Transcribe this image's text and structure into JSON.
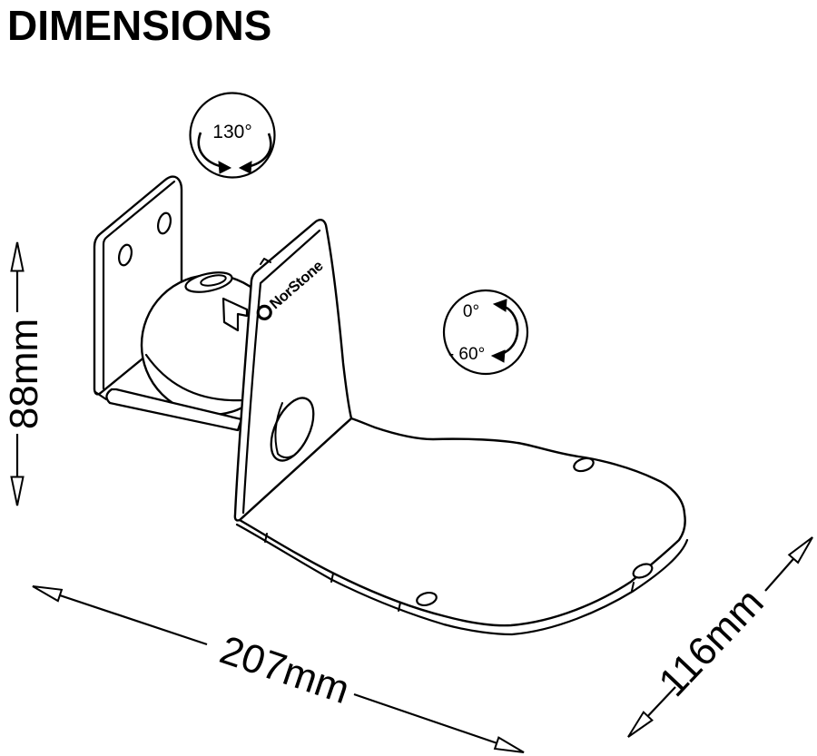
{
  "title": "DIMENSIONS",
  "brand_label": "NorStone",
  "dimensions": {
    "height": "88mm",
    "width": "207mm",
    "depth": "116mm"
  },
  "angles": {
    "swivel": "130°",
    "tilt_max": "0°",
    "tilt_min": "- 60°"
  },
  "colors": {
    "ink": "#000000",
    "background": "#ffffff"
  }
}
